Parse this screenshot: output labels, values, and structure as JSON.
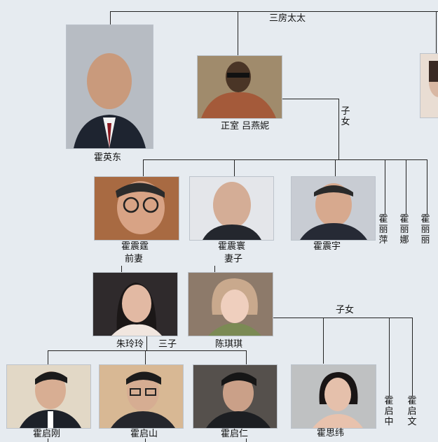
{
  "labels": {
    "third_wife_branch": "三房太太",
    "children_1": "子女",
    "children_2": "子女",
    "three_sons": "三子"
  },
  "people": {
    "huo_yingdong": "霍英东",
    "lv_yanni": "正室 吕燕妮",
    "huo_zhenting": "霍震霆",
    "huo_zhenting_ex": "前妻",
    "huo_zhenhuan": "霍震寰",
    "huo_zhenhuan_wife": "妻子",
    "huo_zhenyu": "霍震宇",
    "huo_liping": "霍丽萍",
    "huo_lina": "霍丽娜",
    "huo_lili": "霍丽丽",
    "zhu_lingling": "朱玲玲",
    "chen_qiqi": "陈琪琪",
    "huo_qigang": "霍启刚",
    "huo_qishan": "霍启山",
    "huo_qiren": "霍启仁",
    "huo_siwei": "霍思纬",
    "huo_qizhong": "霍启中",
    "huo_qiwen": "霍启文"
  }
}
